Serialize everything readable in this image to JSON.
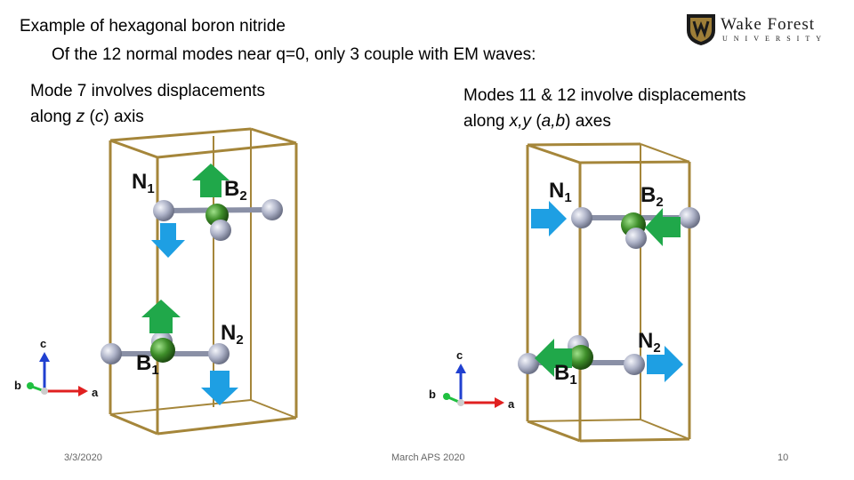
{
  "header": {
    "title_line1": "Example of hexagonal boron nitride",
    "title_line2": "Of the 12 normal modes near q=0, only 3 couple with EM waves:"
  },
  "logo": {
    "word": "Wake Forest",
    "sub": "UNIVERSITY",
    "colors": {
      "gold": "#9e7e38",
      "black": "#1a1a1a"
    }
  },
  "captions": {
    "left": {
      "line1": "Mode 7 involves displacements",
      "line2_pre": "along ",
      "line2_var": "z",
      "line2_mid": " (",
      "line2_var2": "c",
      "line2_post": ") axis"
    },
    "right": {
      "line1": "Modes 11 & 12 involve displacements",
      "line2_pre": "along ",
      "line2_var": "x,y",
      "line2_mid": " (",
      "line2_var2": "a,b",
      "line2_post": ") axes"
    }
  },
  "atoms": {
    "left": {
      "n1": "N",
      "n1_sub": "1",
      "b2": "B",
      "b2_sub": "2",
      "n2": "N",
      "n2_sub": "2",
      "b1": "B",
      "b1_sub": "1"
    },
    "right": {
      "n1": "N",
      "n1_sub": "1",
      "b2": "B",
      "b2_sub": "2",
      "n2": "N",
      "n2_sub": "2",
      "b1": "B",
      "b1_sub": "1"
    }
  },
  "axes": {
    "c": "c",
    "b": "b",
    "a": "a"
  },
  "colors": {
    "cell": "#a5863a",
    "boron": "#3e8e2a",
    "nitrogen": "#a9aec4",
    "arrow_blue": "#1e9fe3",
    "arrow_green": "#20a84a",
    "axis_a": "#e02020",
    "axis_c": "#2040d0",
    "axis_b": "#20c040"
  },
  "footer": {
    "date": "3/3/2020",
    "event": "March APS 2020",
    "page": "10"
  }
}
